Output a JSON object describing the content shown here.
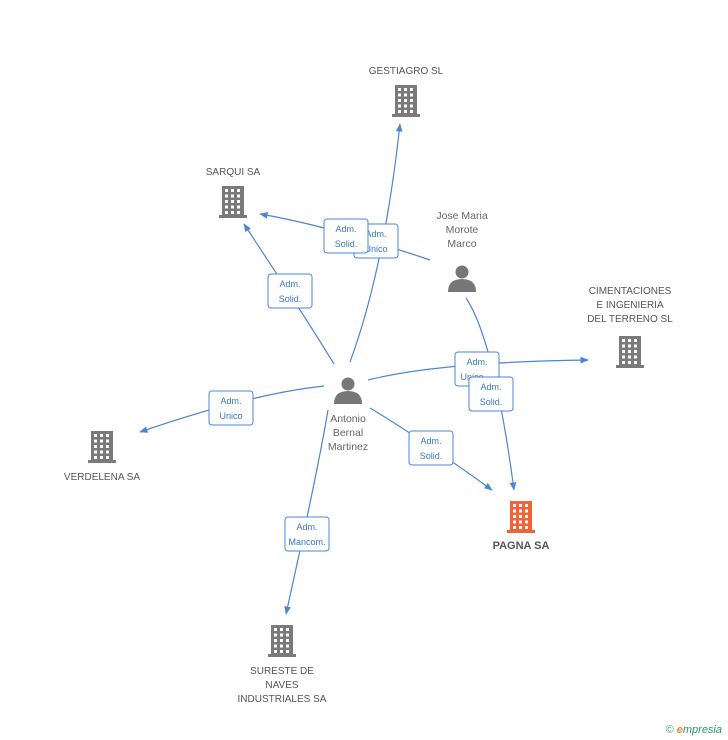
{
  "colors": {
    "edge": "#4a86d4",
    "company": "#7a7a7a",
    "focus_company": "#f0643a",
    "person": "#777777"
  },
  "companies": [
    {
      "id": "gestiagro",
      "lines": [
        "GESTIAGRO SL"
      ],
      "focus": false
    },
    {
      "id": "sarqui",
      "lines": [
        "SARQUI SA"
      ],
      "focus": false
    },
    {
      "id": "cimentaciones",
      "lines": [
        "CIMENTACIONES",
        "E INGENIERIA",
        "DEL TERRENO SL"
      ],
      "focus": false
    },
    {
      "id": "verdelena",
      "lines": [
        "VERDELENA SA"
      ],
      "focus": false
    },
    {
      "id": "pagna",
      "lines": [
        "PAGNA SA"
      ],
      "focus": true
    },
    {
      "id": "sureste",
      "lines": [
        "SURESTE DE",
        "NAVES",
        "INDUSTRIALES SA"
      ],
      "focus": false
    }
  ],
  "persons": [
    {
      "id": "jose",
      "lines": [
        "Jose Maria",
        "Morote",
        "Marco"
      ]
    },
    {
      "id": "antonio",
      "lines": [
        "Antonio",
        "Bernal",
        "Martinez"
      ]
    }
  ],
  "edges": [
    {
      "from": "antonio",
      "to": "sarqui",
      "lines": [
        "Adm.",
        "Solid."
      ]
    },
    {
      "from": "antonio",
      "to": "gestiagro",
      "lines": [
        "Adm.",
        "Unico"
      ]
    },
    {
      "from": "jose",
      "to": "sarqui",
      "lines": [
        "Adm.",
        "Solid."
      ]
    },
    {
      "from": "antonio",
      "to": "cimentaciones",
      "lines": [
        "Adm.",
        "Unico,..."
      ]
    },
    {
      "from": "jose",
      "to": "pagna",
      "lines": [
        "Adm.",
        "Solid."
      ]
    },
    {
      "from": "antonio",
      "to": "verdelena",
      "lines": [
        "Adm.",
        "Unico"
      ]
    },
    {
      "from": "antonio",
      "to": "pagna",
      "lines": [
        "Adm.",
        "Solid."
      ]
    },
    {
      "from": "antonio",
      "to": "sureste",
      "lines": [
        "Adm.",
        "Mancom."
      ]
    }
  ],
  "footer": {
    "copyright": "©",
    "brand_e": "e",
    "brand_rest": "mpresia"
  }
}
